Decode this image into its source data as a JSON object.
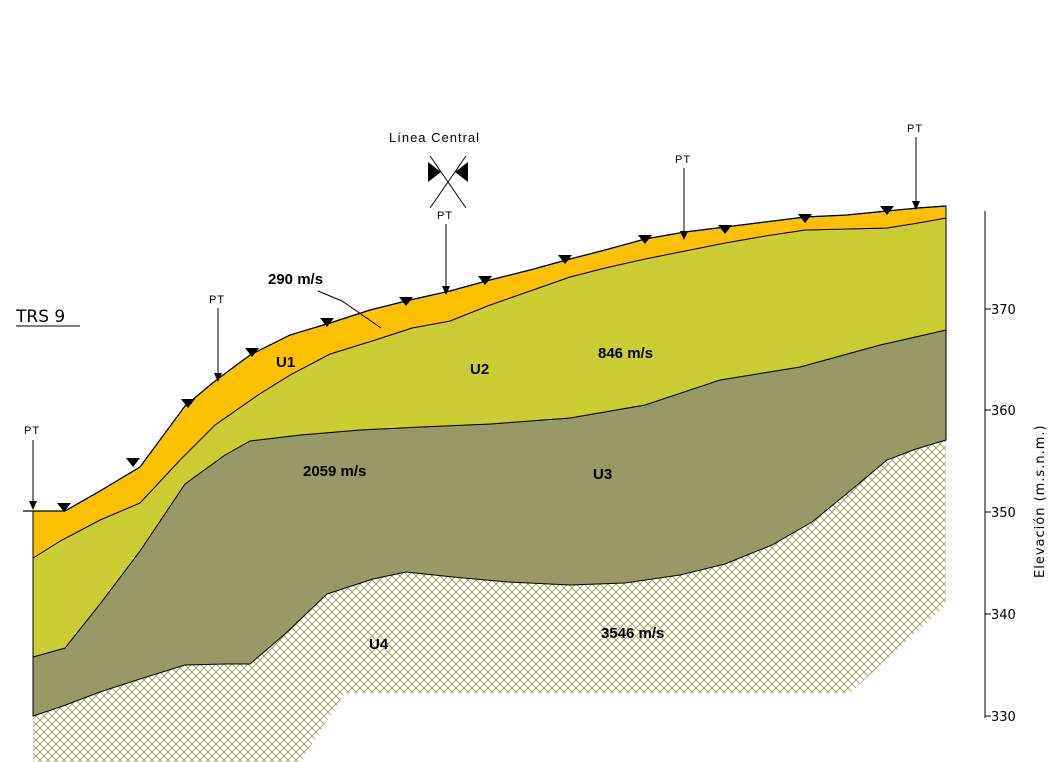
{
  "title": "TRS 9",
  "center_line_label": "Línea Central",
  "marker_label": "PT",
  "layers": [
    {
      "unit": "U1",
      "velocity": "290 m/s",
      "color": "#FFC000"
    },
    {
      "unit": "U2",
      "velocity": "846 m/s",
      "color": "#CCCC33"
    },
    {
      "unit": "U3",
      "velocity": "2059 m/s",
      "color": "#999966"
    },
    {
      "unit": "U4",
      "velocity": "3546 m/s",
      "color": "#CCCC99"
    }
  ],
  "axis": {
    "title": "Elevación (m.s.n.m.)",
    "ticks": [
      "370",
      "360",
      "350",
      "340",
      "330"
    ]
  }
}
